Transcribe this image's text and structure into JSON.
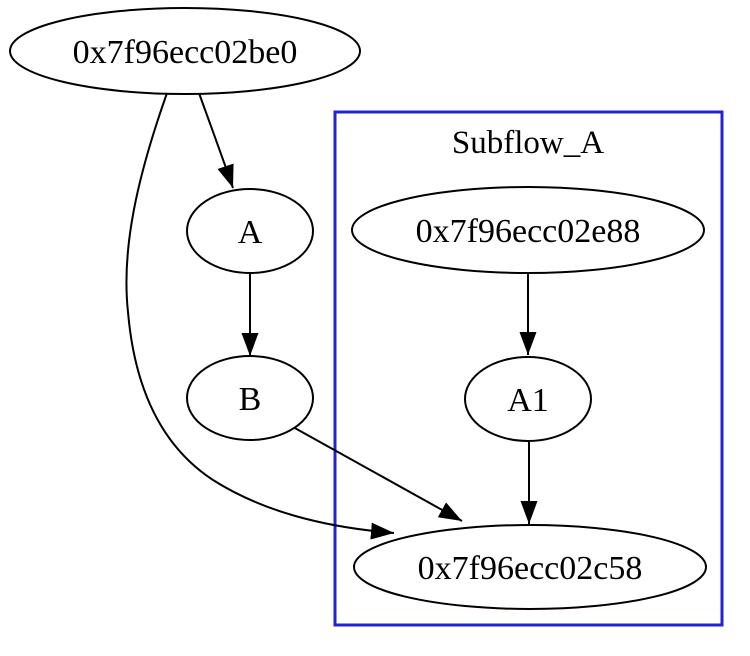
{
  "page": {
    "background_color": "#ffffff"
  },
  "graph": {
    "cluster": {
      "label": "Subflow_A",
      "border_color": "#2323d6"
    },
    "node_style": {
      "fill": "#ffffff",
      "stroke": "#000000"
    },
    "edge_style": {
      "stroke": "#000000"
    },
    "nodes": {
      "be0": {
        "label": "0x7f96ecc02be0"
      },
      "a": {
        "label": "A"
      },
      "b": {
        "label": "B"
      },
      "e88": {
        "label": "0x7f96ecc02e88"
      },
      "a1": {
        "label": "A1"
      },
      "c58": {
        "label": "0x7f96ecc02c58"
      }
    },
    "edges": [
      {
        "from": "0x7f96ecc02be0",
        "to": "A"
      },
      {
        "from": "0x7f96ecc02be0",
        "to": "0x7f96ecc02c58"
      },
      {
        "from": "A",
        "to": "B"
      },
      {
        "from": "B",
        "to": "0x7f96ecc02c58"
      },
      {
        "from": "0x7f96ecc02e88",
        "to": "A1"
      },
      {
        "from": "A1",
        "to": "0x7f96ecc02c58"
      }
    ]
  }
}
